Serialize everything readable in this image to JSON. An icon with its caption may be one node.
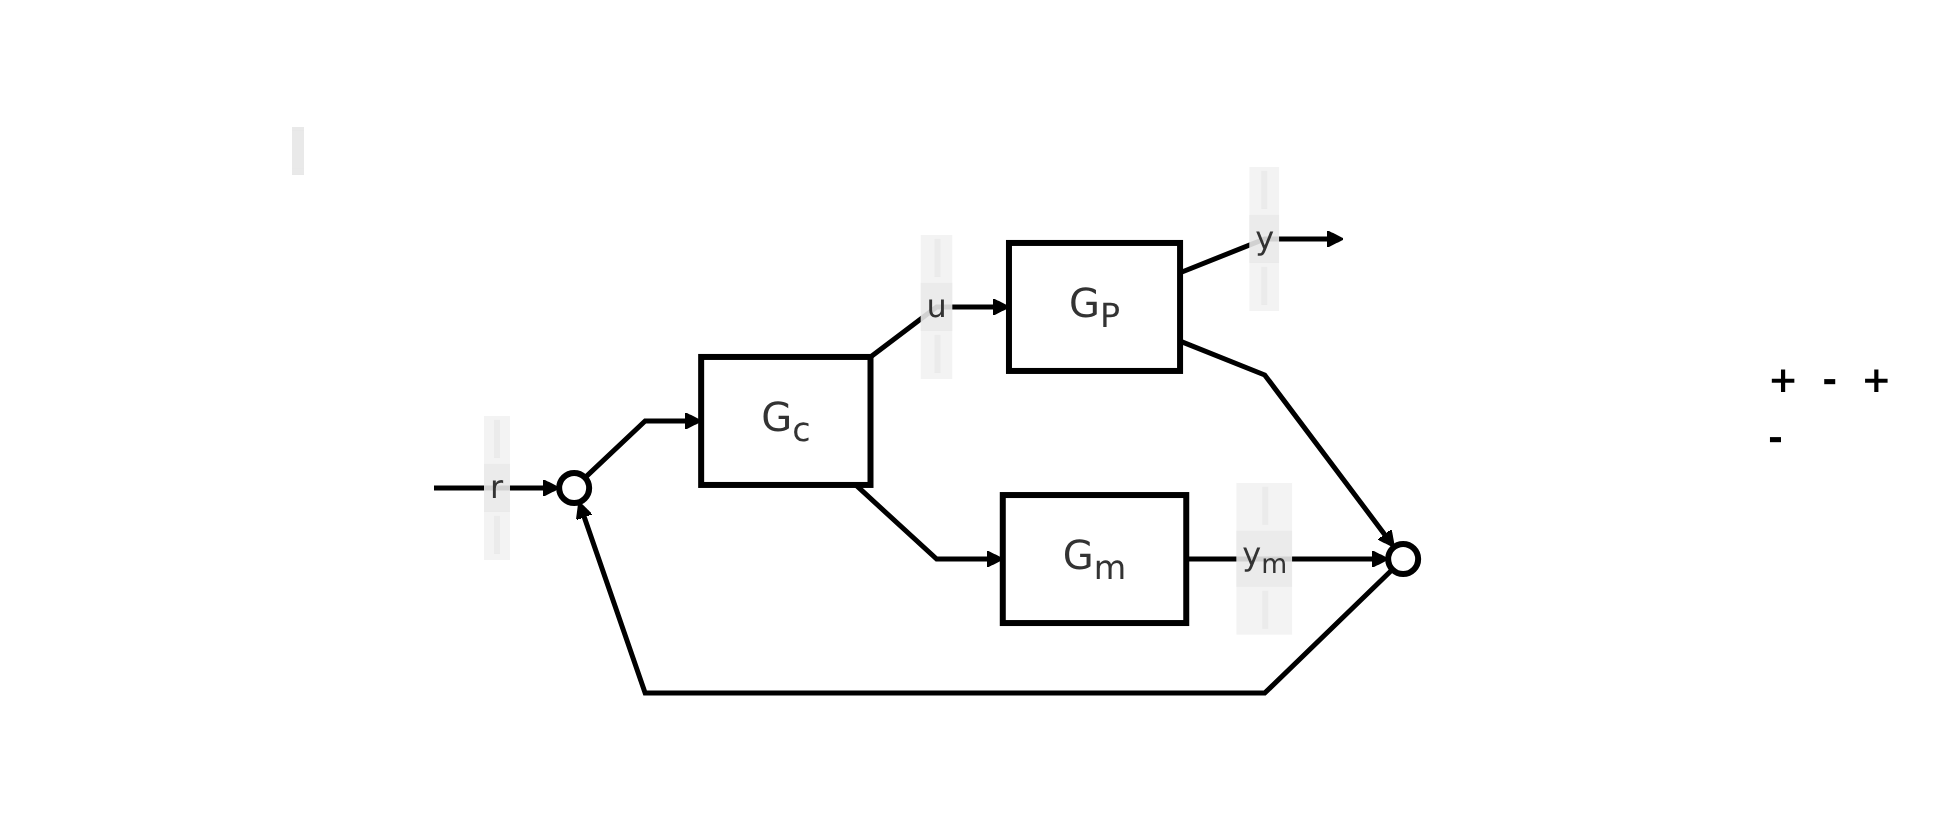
{
  "diagram": {
    "nodes": [
      {
        "text": [],
        "shape": "circle"
      },
      {
        "text": [
          "G$_{c}$"
        ]
      },
      {
        "text": [
          "G$_{P}$"
        ]
      },
      {
        "text": [
          "G$_{m}$"
        ]
      },
      {
        "text": [],
        "shape": "circle"
      }
    ],
    "edges": [
      {
        "from": null,
        "to": 0,
        "arrow": "to",
        "label": "r"
      },
      {
        "from": 0,
        "to": 1,
        "arrow": "to"
      },
      {
        "from": 1,
        "to": 2,
        "arrow": "to",
        "label": "u"
      },
      {
        "from": 1,
        "to": 3,
        "arrow": "to"
      },
      {
        "from": 2,
        "to": null,
        "arrow": "to",
        "label": "y"
      },
      {
        "from": 2,
        "to": 4,
        "arrow": "to"
      },
      {
        "from": 3,
        "to": 4,
        "arrow": "to",
        "label": "y$_{m}$"
      },
      {
        "from": 4,
        "to": 0,
        "arrow": "to"
      }
    ],
    "labels": [
      "+",
      "-",
      "+",
      "-"
    ]
  }
}
